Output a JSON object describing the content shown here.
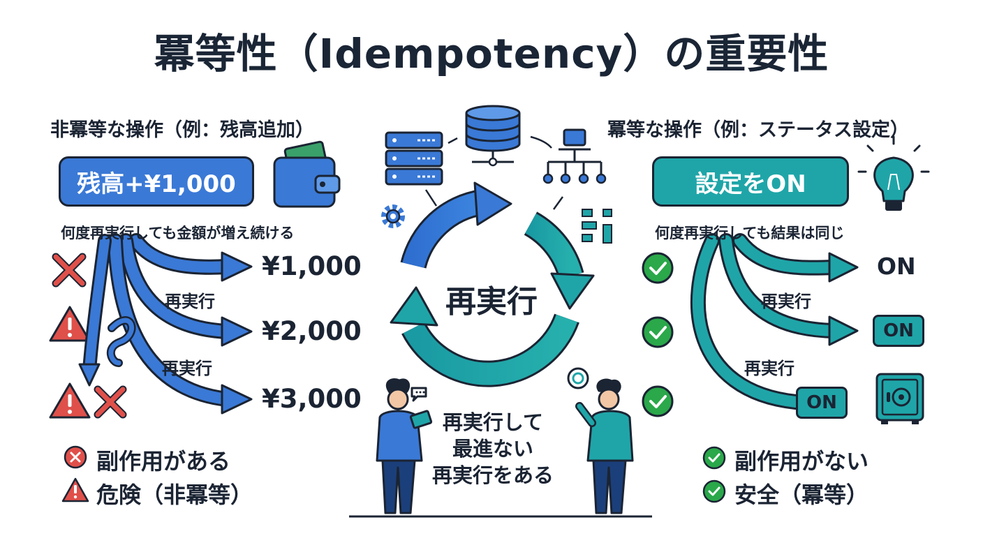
{
  "title": "冪等性（Idempotency）の重要性",
  "left": {
    "heading": "非冪等な操作（例：残高追加）",
    "pill": "残高+¥1,000",
    "note": "何度再実行しても金額が増え続ける",
    "values": [
      "¥1,000",
      "¥2,000",
      "¥3,000"
    ],
    "retry_labels": [
      "再実行",
      "再実行"
    ],
    "legend": [
      {
        "icon": "x-circle-icon",
        "text": "副作用がある"
      },
      {
        "icon": "warning-icon",
        "text": "危険（非冪等）"
      }
    ]
  },
  "center": {
    "cycle_label": "再実行",
    "caption_lines": [
      "再実行して",
      "最進ない",
      "再実行をある"
    ]
  },
  "right": {
    "heading": "冪等な操作（例：ステータス設定）",
    "pill": "設定をON",
    "note": "何度再実行しても結果は同じ",
    "values": [
      "ON",
      "ON",
      "ON"
    ],
    "retry_labels": [
      "再実行",
      "再実行"
    ],
    "legend": [
      {
        "icon": "check-circle-icon",
        "text": "副作用がない"
      },
      {
        "icon": "check-circle-icon",
        "text": "安全（冪等）"
      }
    ]
  },
  "colors": {
    "blue": "#3a79d6",
    "teal": "#1fa5a8",
    "red": "#e0504a",
    "green": "#2aa84a",
    "dark": "#1b2433"
  }
}
